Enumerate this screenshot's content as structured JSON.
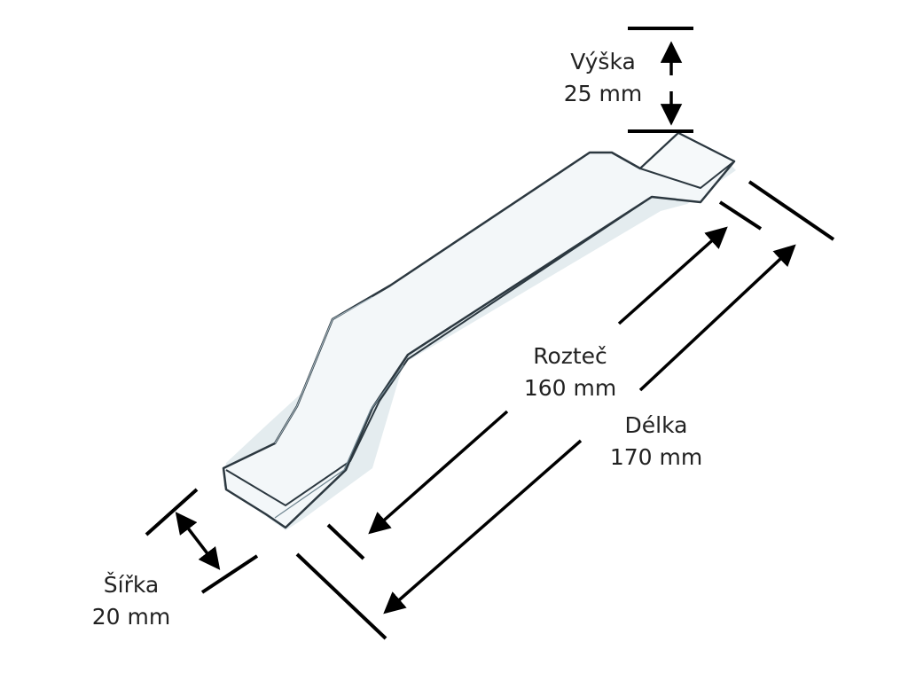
{
  "dimensions": {
    "height": {
      "name": "Výška",
      "value": "25 mm"
    },
    "spacing": {
      "name": "Rozteč",
      "value": "160 mm"
    },
    "length": {
      "name": "Délka",
      "value": "170 mm"
    },
    "width": {
      "name": "Šířka",
      "value": "20 mm"
    }
  },
  "colors": {
    "line": "#000000",
    "handle_fill": "#f1f6f8",
    "handle_edge": "#2c3840",
    "text": "#222222"
  }
}
